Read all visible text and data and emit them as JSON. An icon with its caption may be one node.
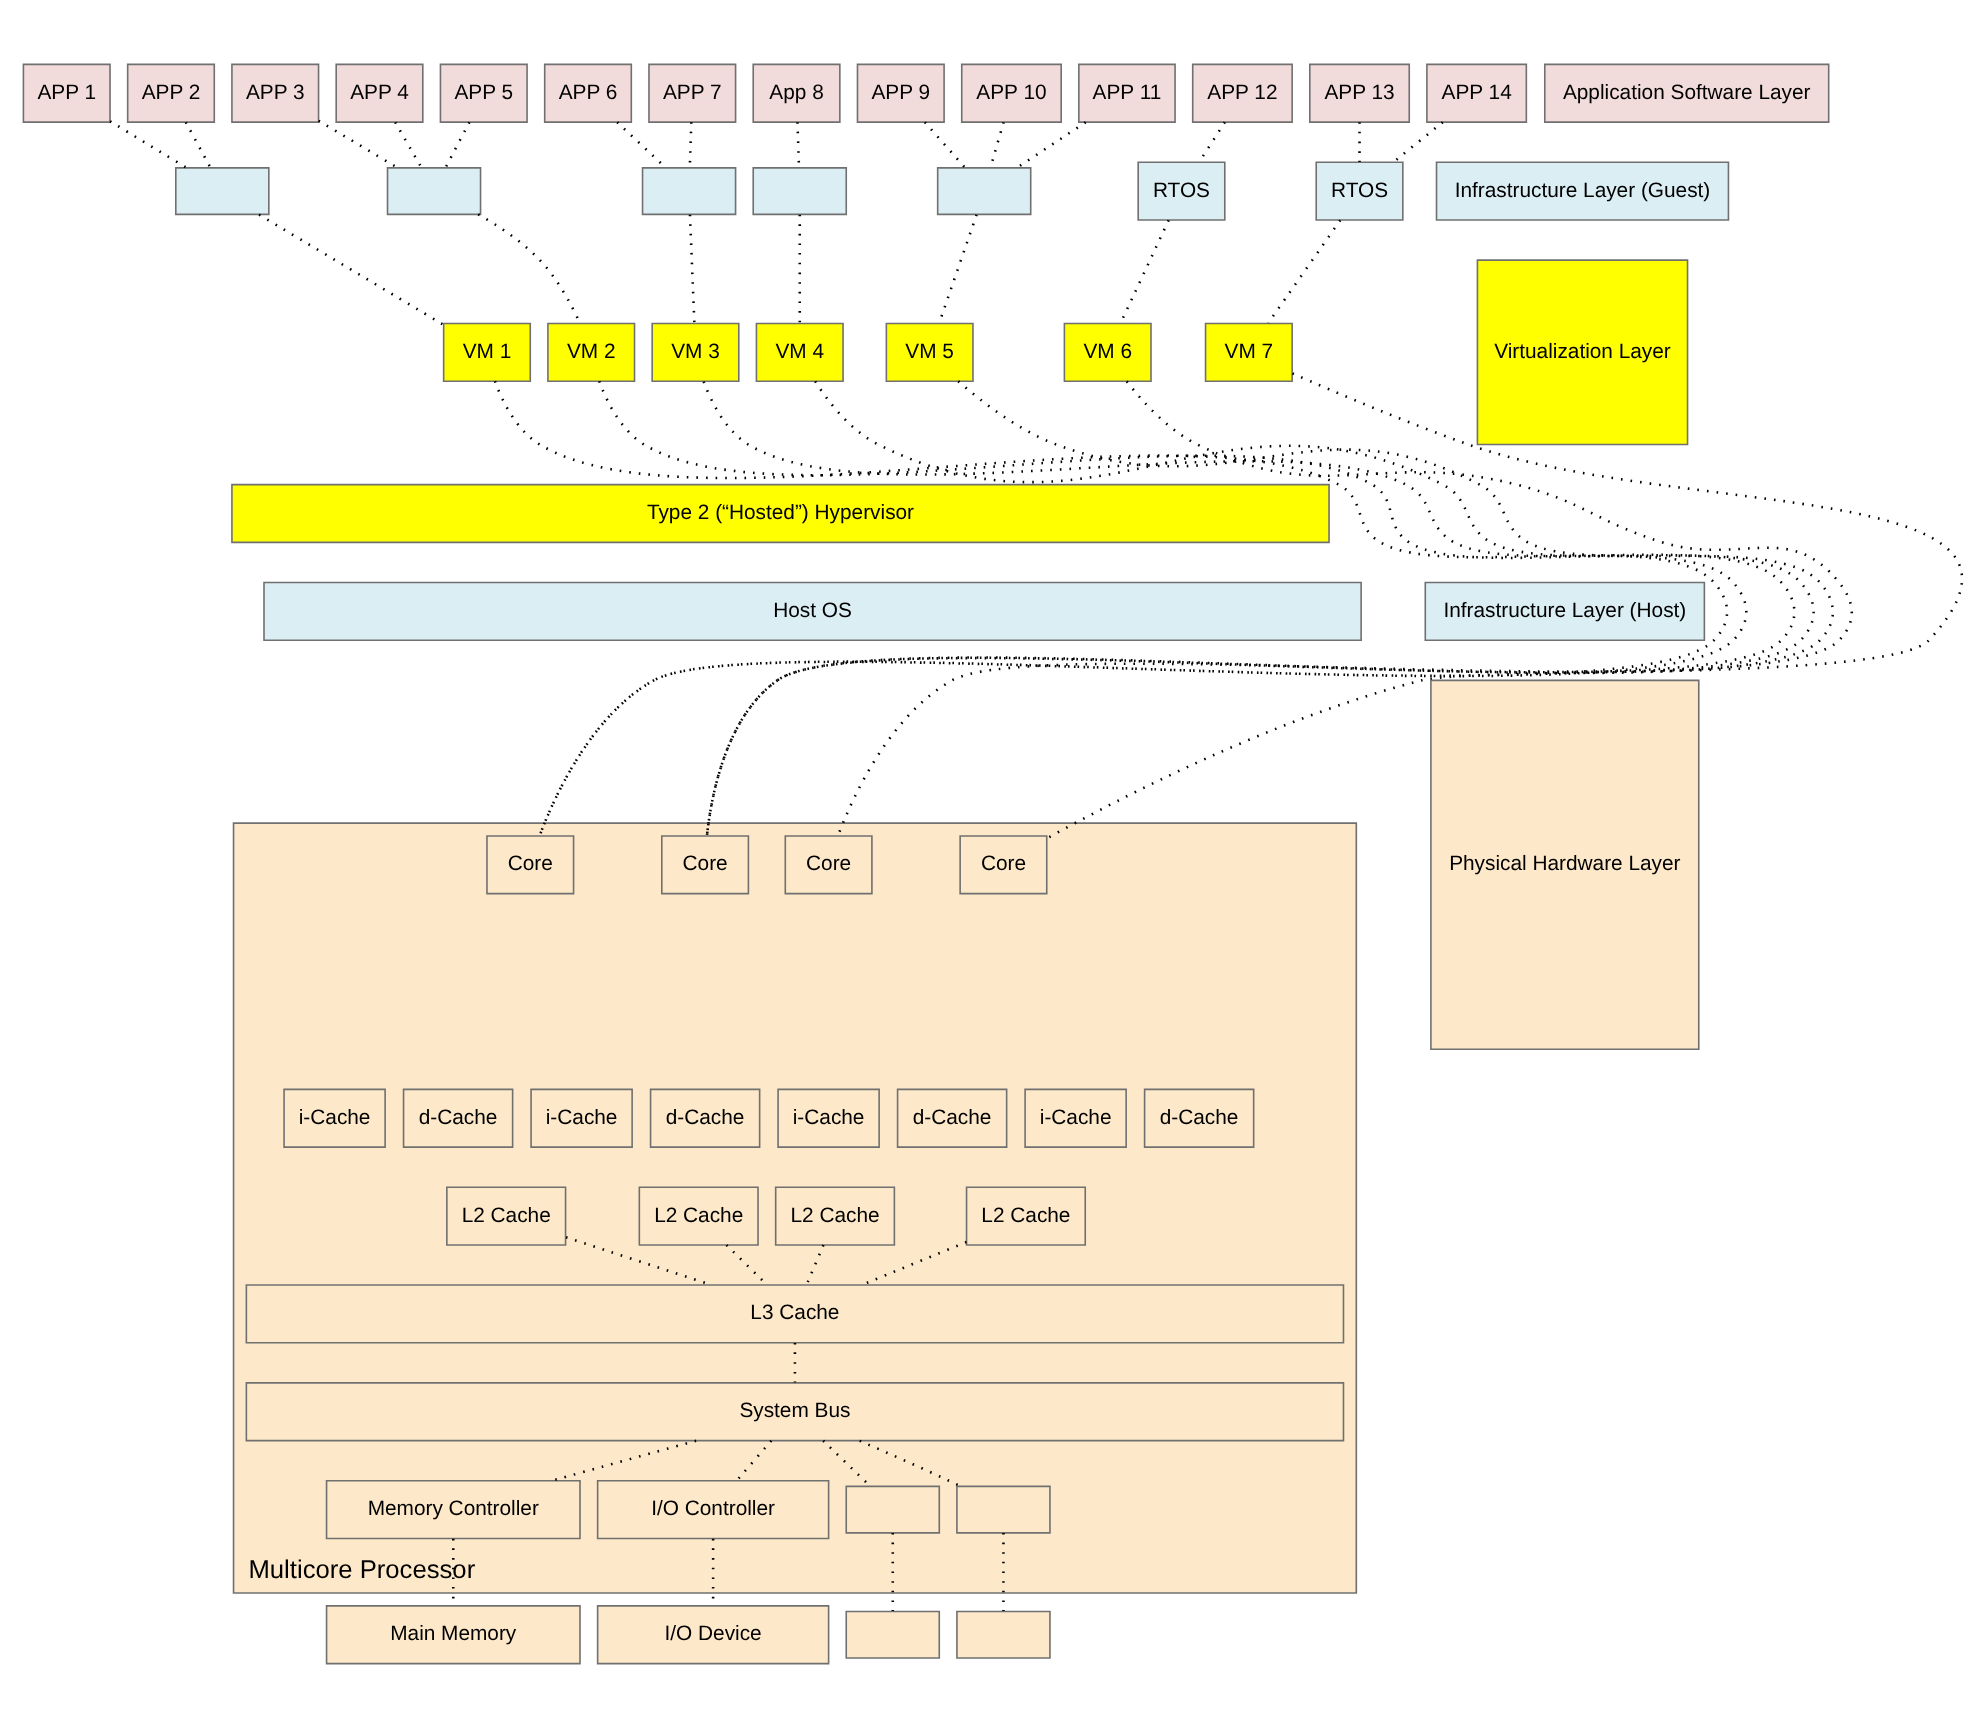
{
  "diagram": {
    "nodes": [
      {
        "text": [
          "APP 1"
        ]
      },
      {
        "text": [
          "APP 2"
        ]
      },
      {
        "text": [
          "APP 3"
        ]
      },
      {
        "text": [
          "APP 4"
        ]
      },
      {
        "text": [
          "APP 5"
        ]
      },
      {
        "text": [
          "APP 6"
        ]
      },
      {
        "text": [
          "APP 7"
        ]
      },
      {
        "text": [
          "App 8"
        ]
      },
      {
        "text": [
          "APP 9"
        ]
      },
      {
        "text": [
          "APP 10"
        ]
      },
      {
        "text": [
          "APP 11"
        ]
      },
      {
        "text": [
          "APP 12"
        ]
      },
      {
        "text": [
          "APP 13"
        ]
      },
      {
        "text": [
          "APP 14"
        ]
      },
      {
        "text": [
          "Application Software Layer"
        ]
      },
      {
        "text": [],
        "shape": "box"
      },
      {
        "text": [],
        "shape": "box"
      },
      {
        "text": [],
        "shape": "box"
      },
      {
        "text": [],
        "shape": "box"
      },
      {
        "text": [],
        "shape": "box"
      },
      {
        "text": [
          "RTOS"
        ]
      },
      {
        "text": [
          "RTOS"
        ]
      },
      {
        "text": [
          "Infrastructure Layer (Guest)"
        ]
      },
      {
        "text": [
          "VM 1"
        ]
      },
      {
        "text": [
          "VM 2"
        ]
      },
      {
        "text": [
          "VM 3"
        ]
      },
      {
        "text": [
          "VM 4"
        ]
      },
      {
        "text": [
          "VM 5"
        ]
      },
      {
        "text": [
          "VM 6"
        ]
      },
      {
        "text": [
          "VM 7"
        ]
      },
      {
        "text": [
          "Virtualization Layer"
        ]
      },
      {
        "text": [
          "Type 2 (“Hosted”) Hypervisor"
        ]
      },
      {
        "text": [
          "Host OS"
        ]
      },
      {
        "text": [
          "Infrastructure Layer (Host)"
        ]
      },
      {
        "text": [
          "Multicore Processor"
        ]
      },
      {
        "text": [
          "Core"
        ],
        "in": 34
      },
      {
        "text": [
          "i-Cache"
        ],
        "in": 34
      },
      {
        "text": [
          "d-Cache"
        ],
        "in": 34
      },
      {
        "text": [
          "L2 Cache"
        ],
        "in": 34
      },
      {
        "text": [
          "Core"
        ],
        "in": 34
      },
      {
        "text": [
          "i-Cache"
        ],
        "in": 34
      },
      {
        "text": [
          "d-Cache"
        ],
        "in": 34
      },
      {
        "text": [
          "L2 Cache"
        ],
        "in": 34
      },
      {
        "text": [
          "Core"
        ],
        "in": 34
      },
      {
        "text": [
          "i-Cache"
        ],
        "in": 34
      },
      {
        "text": [
          "d-Cache"
        ],
        "in": 34
      },
      {
        "text": [
          "L2 Cache"
        ],
        "in": 34
      },
      {
        "text": [
          "Core"
        ],
        "in": 34
      },
      {
        "text": [
          "i-Cache"
        ],
        "in": 34
      },
      {
        "text": [
          "d-Cache"
        ],
        "in": 34
      },
      {
        "text": [
          "L2 Cache"
        ],
        "in": 34
      },
      {
        "text": [
          "L3 Cache"
        ],
        "in": 34
      },
      {
        "text": [
          "System Bus"
        ],
        "in": 34
      },
      {
        "text": [
          "Memory Controller"
        ],
        "in": 34
      },
      {
        "text": [
          "I/O Controller"
        ],
        "in": 34
      },
      {
        "text": [],
        "shape": "box",
        "in": 34
      },
      {
        "text": [],
        "shape": "box",
        "in": 34
      },
      {
        "text": [
          "Main Memory"
        ]
      },
      {
        "text": [
          "I/O Device"
        ]
      },
      {
        "text": [],
        "shape": "box"
      },
      {
        "text": [],
        "shape": "box"
      },
      {
        "text": [
          "Physical Hardware Layer"
        ]
      }
    ],
    "edges": [
      {
        "from": 0,
        "to": 15,
        "arrow": "none",
        "style": "dashed"
      },
      {
        "from": 1,
        "to": 15,
        "arrow": "none",
        "style": "dashed"
      },
      {
        "from": 2,
        "to": 16,
        "arrow": "none",
        "style": "dashed"
      },
      {
        "from": 3,
        "to": 16,
        "arrow": "none",
        "style": "dashed"
      },
      {
        "from": 4,
        "to": 16,
        "arrow": "none",
        "style": "dashed"
      },
      {
        "from": 5,
        "to": 17,
        "arrow": "none",
        "style": "dashed"
      },
      {
        "from": 6,
        "to": 17,
        "arrow": "none",
        "style": "dashed"
      },
      {
        "from": 7,
        "to": 18,
        "arrow": "none",
        "style": "dashed"
      },
      {
        "from": 8,
        "to": 19,
        "arrow": "none",
        "style": "dashed"
      },
      {
        "from": 9,
        "to": 19,
        "arrow": "none",
        "style": "dashed"
      },
      {
        "from": 10,
        "to": 19,
        "arrow": "none",
        "style": "dashed"
      },
      {
        "from": 11,
        "to": 20,
        "arrow": "none",
        "style": "dashed"
      },
      {
        "from": 12,
        "to": 21,
        "arrow": "none",
        "style": "dashed"
      },
      {
        "from": 13,
        "to": 21,
        "arrow": "none",
        "style": "dashed"
      },
      {
        "from": 15,
        "to": 23,
        "arrow": "none",
        "style": "dashed"
      },
      {
        "from": 16,
        "to": 24,
        "arrow": "none",
        "style": "dashed"
      },
      {
        "from": 17,
        "to": 25,
        "arrow": "none",
        "style": "dashed"
      },
      {
        "from": 18,
        "to": 26,
        "arrow": "none",
        "style": "dashed"
      },
      {
        "from": 19,
        "to": 27,
        "arrow": "none",
        "style": "dashed"
      },
      {
        "from": 20,
        "to": 28,
        "arrow": "none",
        "style": "dashed"
      },
      {
        "from": 21,
        "to": 29,
        "arrow": "none",
        "style": "dashed"
      },
      {
        "from": 23,
        "to": 35,
        "arrow": "none",
        "style": "dashed"
      },
      {
        "from": 24,
        "to": 35,
        "arrow": "none",
        "style": "dashed"
      },
      {
        "from": 25,
        "to": 39,
        "arrow": "none",
        "style": "dashed"
      },
      {
        "from": 26,
        "to": 39,
        "arrow": "none",
        "style": "dashed"
      },
      {
        "from": 27,
        "to": 39,
        "arrow": "none",
        "style": "dashed"
      },
      {
        "from": 28,
        "to": 43,
        "arrow": "none",
        "style": "dashed"
      },
      {
        "from": 29,
        "to": 47,
        "arrow": "none",
        "style": "dashed"
      },
      {
        "from": 38,
        "to": 51,
        "arrow": "none",
        "style": "dashed"
      },
      {
        "from": 42,
        "to": 51,
        "arrow": "none",
        "style": "dashed"
      },
      {
        "from": 46,
        "to": 51,
        "arrow": "none",
        "style": "dashed"
      },
      {
        "from": 50,
        "to": 51,
        "arrow": "none",
        "style": "dashed"
      },
      {
        "from": 51,
        "to": 52,
        "arrow": "none",
        "style": "dashed"
      },
      {
        "from": 52,
        "to": 53,
        "arrow": "none",
        "style": "dashed"
      },
      {
        "from": 52,
        "to": 54,
        "arrow": "none",
        "style": "dashed"
      },
      {
        "from": 52,
        "to": 55,
        "arrow": "none",
        "style": "dashed"
      },
      {
        "from": 52,
        "to": 56,
        "arrow": "none",
        "style": "dashed"
      },
      {
        "from": 53,
        "to": 57,
        "arrow": "none",
        "style": "dashed"
      },
      {
        "from": 54,
        "to": 58,
        "arrow": "none",
        "style": "dashed"
      },
      {
        "from": 55,
        "to": 59,
        "arrow": "none",
        "style": "dashed"
      },
      {
        "from": 56,
        "to": 60,
        "arrow": "none",
        "style": "dashed"
      }
    ]
  }
}
